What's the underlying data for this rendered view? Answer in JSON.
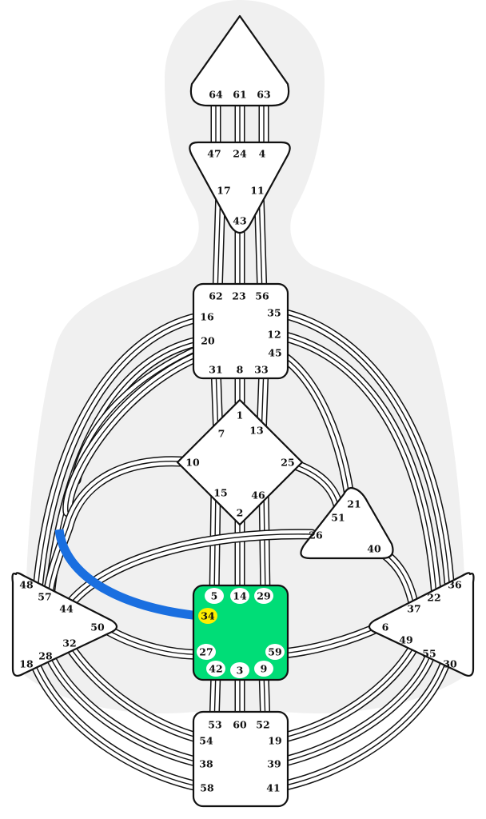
{
  "colors": {
    "silhouette": "#f0f0f0",
    "outline": "#111111",
    "center_fill": "#ffffff",
    "defined_center": "#00dd77",
    "active_channel": "#1a6fe0",
    "active_gate": "#ffee00"
  },
  "gates": {
    "64": "64",
    "61": "61",
    "63": "63",
    "47": "47",
    "24": "24",
    "4": "4",
    "17": "17",
    "11": "11",
    "43": "43",
    "62": "62",
    "23": "23",
    "56": "56",
    "16": "16",
    "35": "35",
    "20": "20",
    "12": "12",
    "45": "45",
    "31": "31",
    "8": "8",
    "33": "33",
    "1": "1",
    "7": "7",
    "13": "13",
    "10": "10",
    "25": "25",
    "15": "15",
    "46": "46",
    "2": "2",
    "21": "21",
    "51": "51",
    "26": "26",
    "40": "40",
    "48": "48",
    "57": "57",
    "44": "44",
    "50": "50",
    "32": "32",
    "28": "28",
    "18": "18",
    "36": "36",
    "22": "22",
    "37": "37",
    "6": "6",
    "49": "49",
    "55": "55",
    "30": "30",
    "5": "5",
    "14": "14",
    "29": "29",
    "34": "34",
    "27": "27",
    "59": "59",
    "42": "42",
    "3": "3",
    "9": "9",
    "53": "53",
    "60": "60",
    "52": "52",
    "54": "54",
    "19": "19",
    "38": "38",
    "39": "39",
    "58": "58",
    "41": "41"
  },
  "defined_centers": [
    "sacral"
  ],
  "active_channels": [
    "57-34"
  ],
  "active_gates": [
    "34"
  ]
}
